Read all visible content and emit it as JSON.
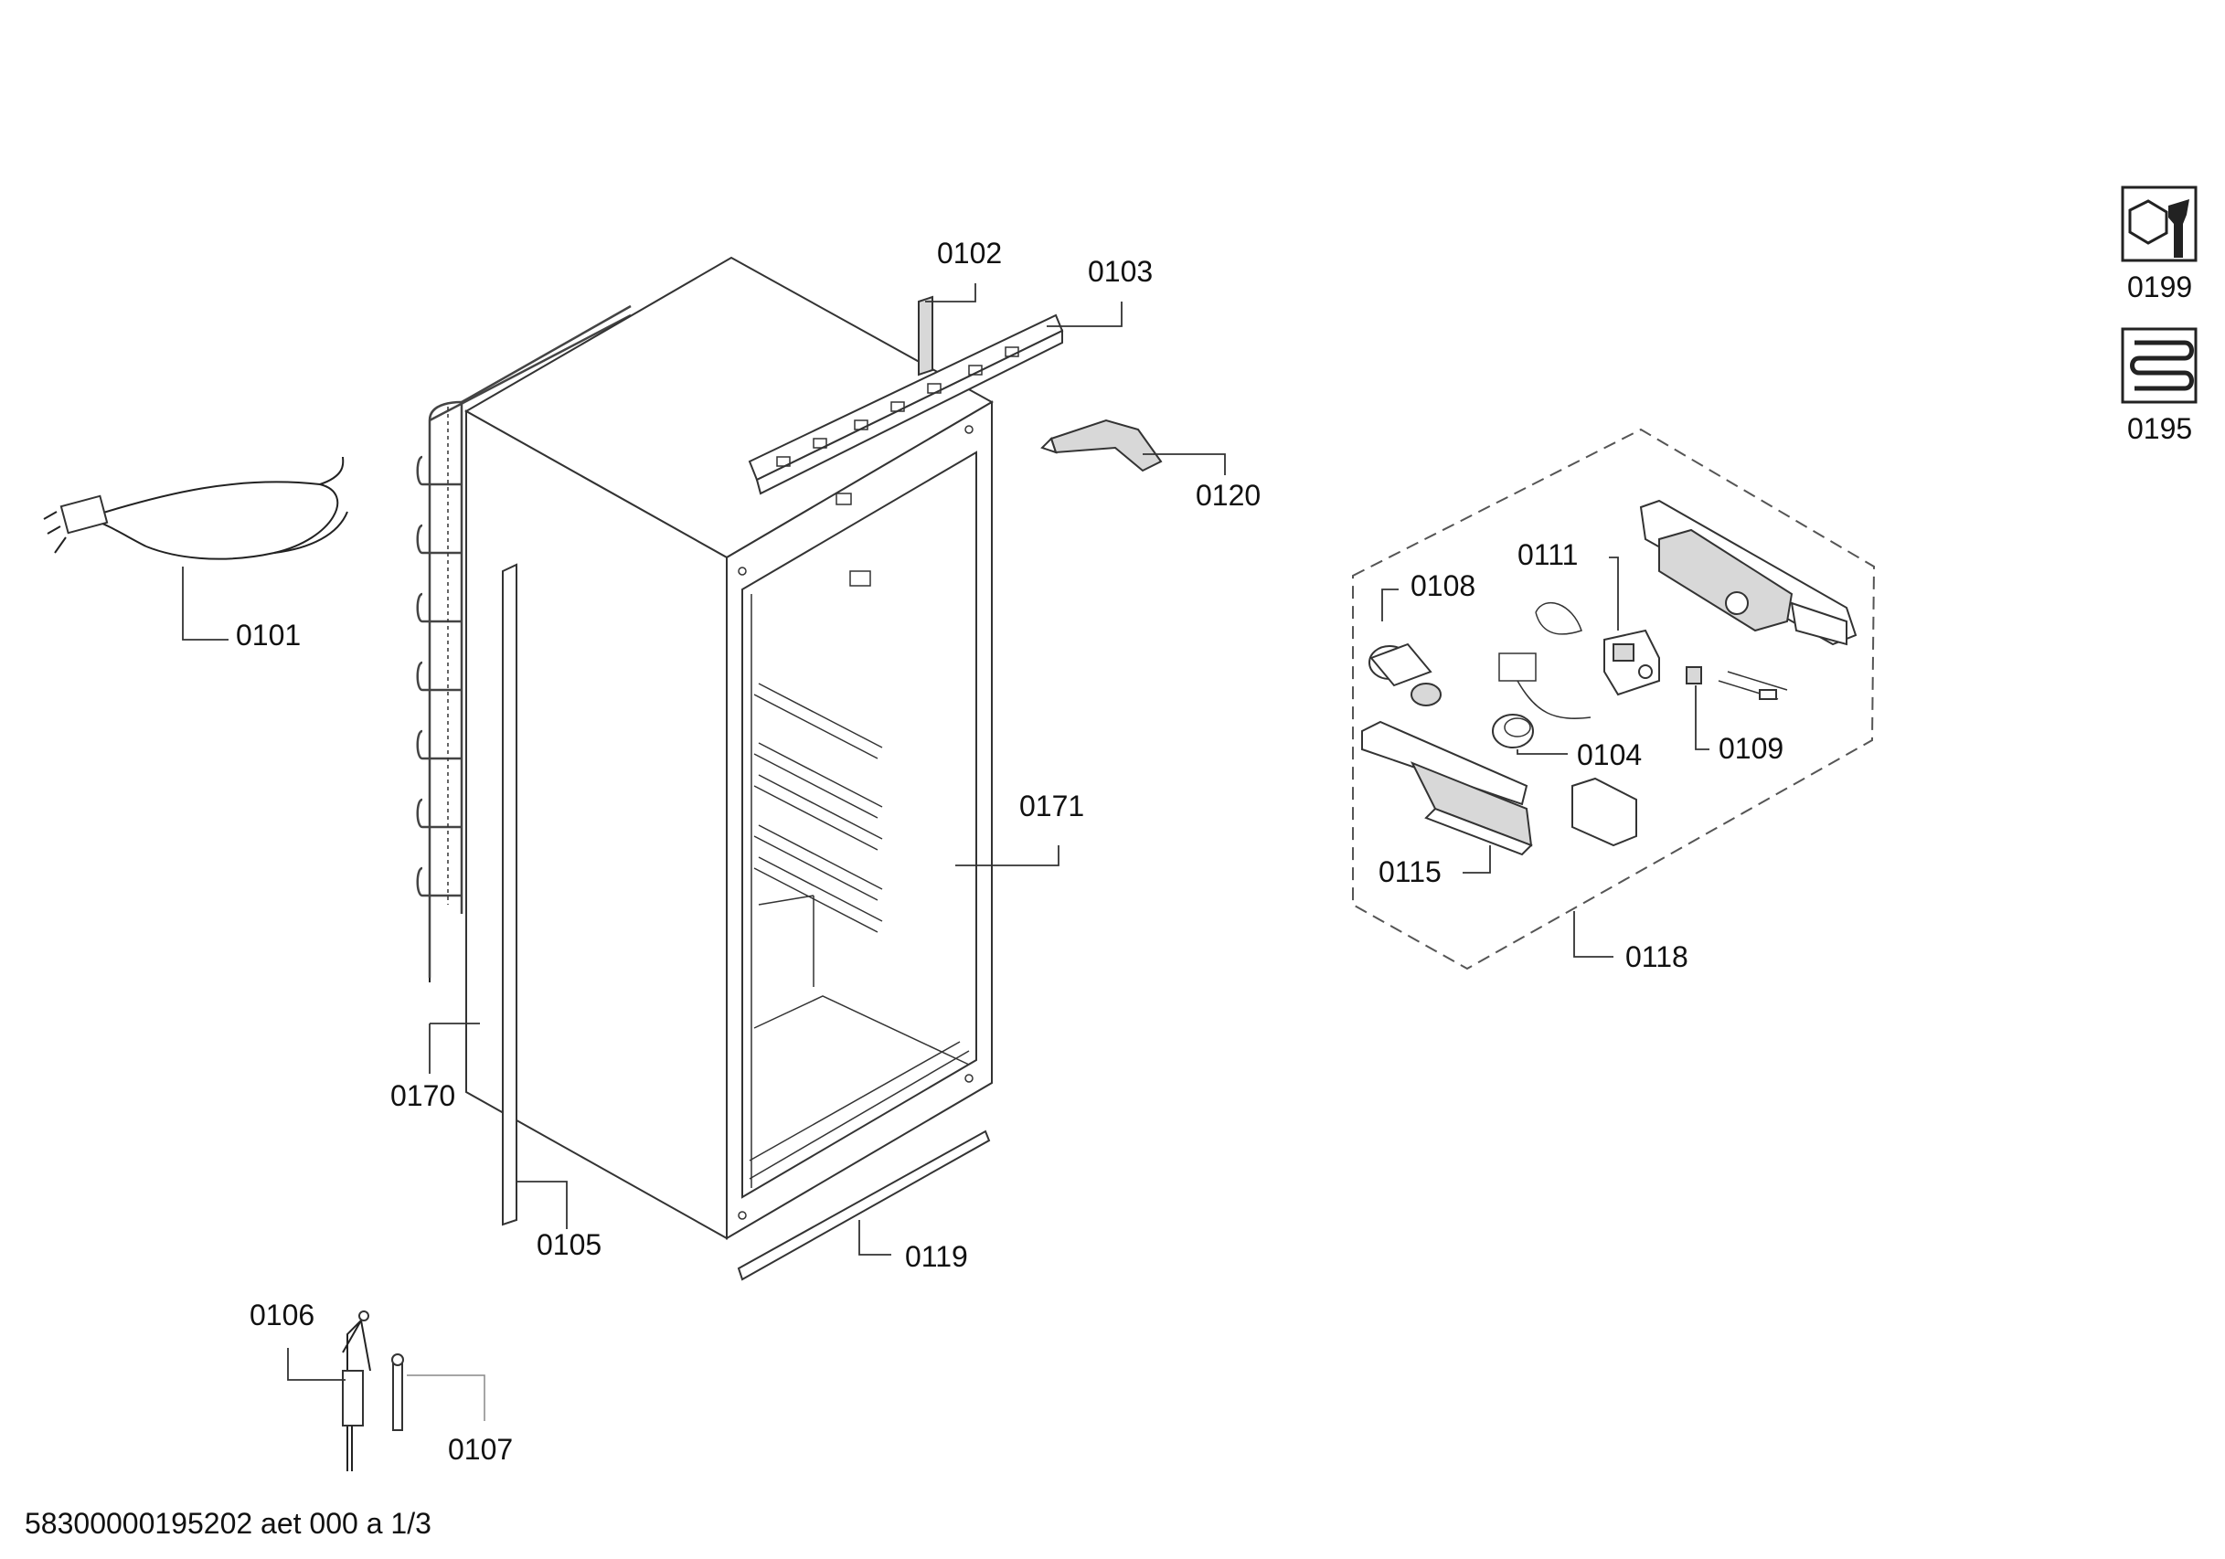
{
  "diagram": {
    "part_labels": {
      "p0101": "0101",
      "p0102": "0102",
      "p0103": "0103",
      "p0104": "0104",
      "p0105": "0105",
      "p0106": "0106",
      "p0107": "0107",
      "p0108": "0108",
      "p0109": "0109",
      "p0111": "0111",
      "p0115": "0115",
      "p0118": "0118",
      "p0119": "0119",
      "p0120": "0120",
      "p0170": "0170",
      "p0171": "0171",
      "p0195": "0195",
      "p0199": "0199"
    },
    "footer_code": "58300000195202 aet 000 a 1/3",
    "icons": {
      "tool": "wrench-nut-icon",
      "heater": "heating-coil-icon"
    }
  }
}
